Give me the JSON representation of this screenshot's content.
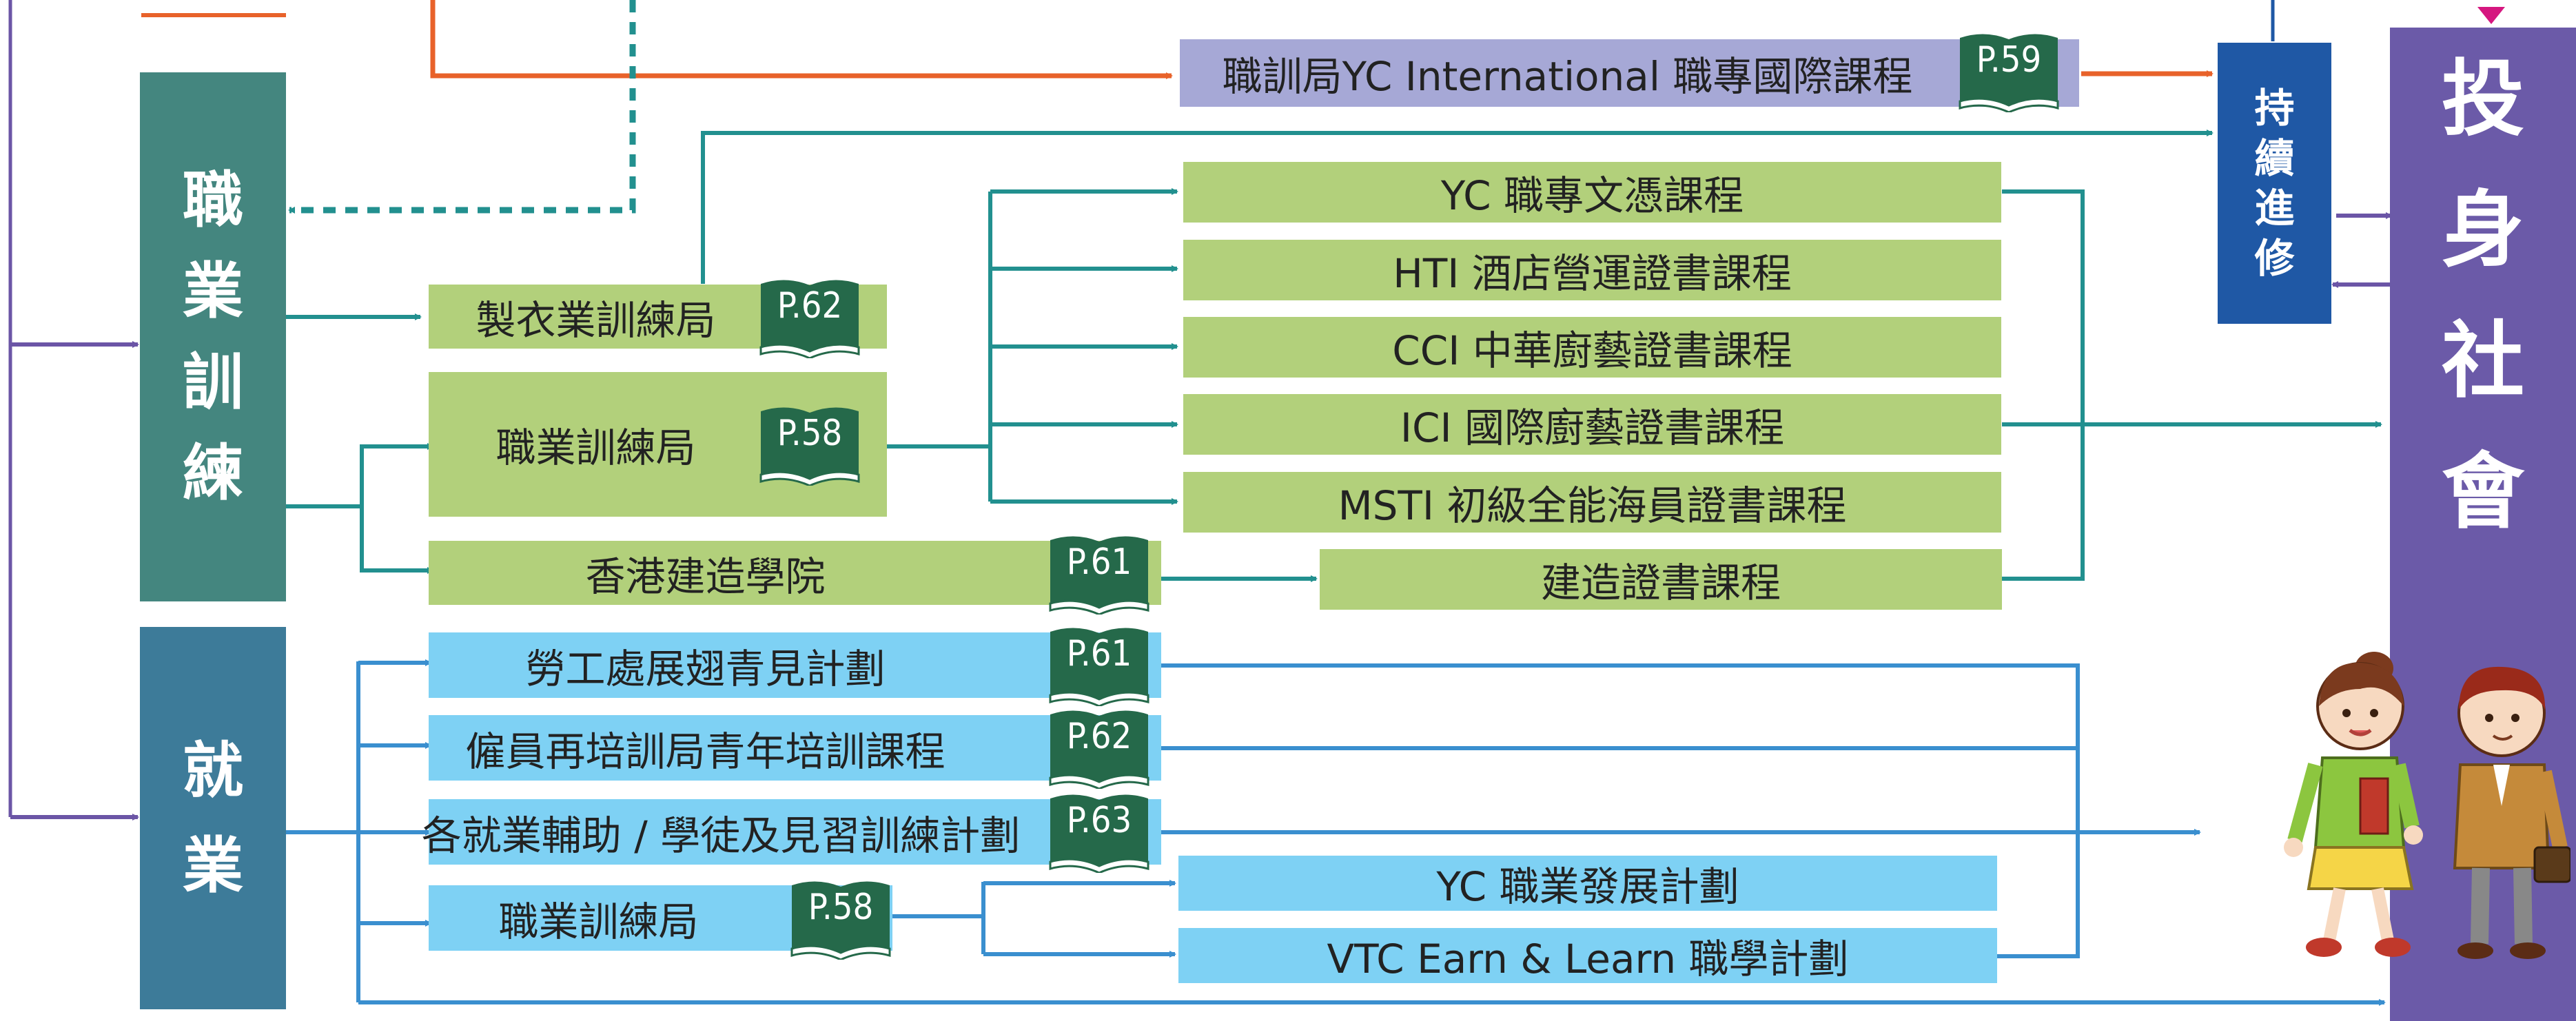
{
  "colors": {
    "teal": "#22908f",
    "blue": "#3a8fcf",
    "orange": "#e8622a",
    "purple": "#6b55a6",
    "green_box": "#b2d07b",
    "blue_box": "#7ed1f4",
    "lavender_box": "#a6a8d6",
    "book": "#25694a",
    "persist_box": "#1f58a5",
    "society_box": "#6b5aa8"
  },
  "left_labels": {
    "vocational": [
      "職",
      "業",
      "訓",
      "練"
    ],
    "employment": [
      "就",
      "業"
    ]
  },
  "persist": [
    "持",
    "續",
    "進",
    "修"
  ],
  "society": [
    "投",
    "身",
    "社",
    "會"
  ],
  "top_course": {
    "label": "職訓局YC International 職專國際課程",
    "page": "P.59"
  },
  "vocational_boxes": [
    {
      "label": "製衣業訓練局",
      "page": "P.62"
    },
    {
      "label": "職業訓練局",
      "page": "P.58"
    },
    {
      "label": "香港建造學院",
      "page": "P.61"
    }
  ],
  "courses": [
    "YC 職專文憑課程",
    "HTI 酒店營運證書課程",
    "CCI 中華廚藝證書課程",
    "ICI 國際廚藝證書課程",
    "MSTI 初級全能海員證書課程",
    "建造證書課程"
  ],
  "employment_boxes": [
    {
      "label": "勞工處展翅青見計劃",
      "page": "P.61"
    },
    {
      "label": "僱員再培訓局青年培訓課程",
      "page": "P.62"
    },
    {
      "label": "各就業輔助 / 學徒及見習訓練計劃",
      "page": "P.63"
    },
    {
      "label": "職業訓練局",
      "page": "P.58"
    }
  ],
  "employment_courses": [
    "YC 職業發展計劃",
    "VTC Earn & Learn 職學計劃"
  ],
  "icons": {
    "book": "open-book-icon",
    "people": "students-illustration"
  }
}
